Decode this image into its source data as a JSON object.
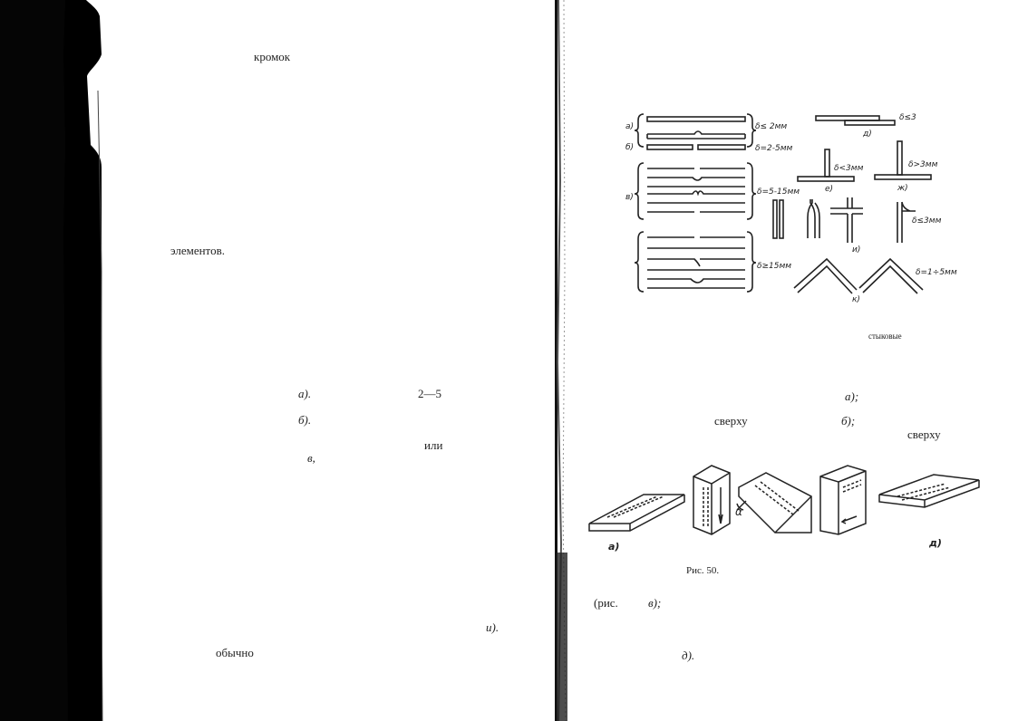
{
  "left_page": {
    "line_1": "кромок",
    "line_2": "элементов.",
    "line_3a": "а).",
    "line_3b": "2—5",
    "line_4": "б).",
    "line_5": "или",
    "line_6": "в,",
    "line_7": "и).",
    "line_8": "обычно"
  },
  "right_page": {
    "fig49": {
      "labels": {
        "a": "а)",
        "b": "б)",
        "v": "в)",
        "g": "д)",
        "e": "е)",
        "zh": "ж)",
        "i": "и)",
        "k": "к)",
        "d1": "δ≤ 2мм",
        "d2": "δ=2-5мм",
        "d3": "δ=5-15мм",
        "d4": "δ≥15мм",
        "d5": "δ≤3",
        "d6": "δ<3мм",
        "d7": "δ>3мм",
        "d8": "δ≤3мм",
        "d9": "δ=1÷5мм"
      }
    },
    "caption_1": "стыковые",
    "line_a": "а);",
    "line_sverhu1": "сверху",
    "line_b": "б);",
    "line_sverhu2": "сверху",
    "fig50": {
      "label_a": "а)",
      "label_d": "д)",
      "alpha": "α",
      "caption": "Рис. 50."
    },
    "line_ris": "(рис.",
    "line_v": "в);",
    "line_d": "д)."
  }
}
